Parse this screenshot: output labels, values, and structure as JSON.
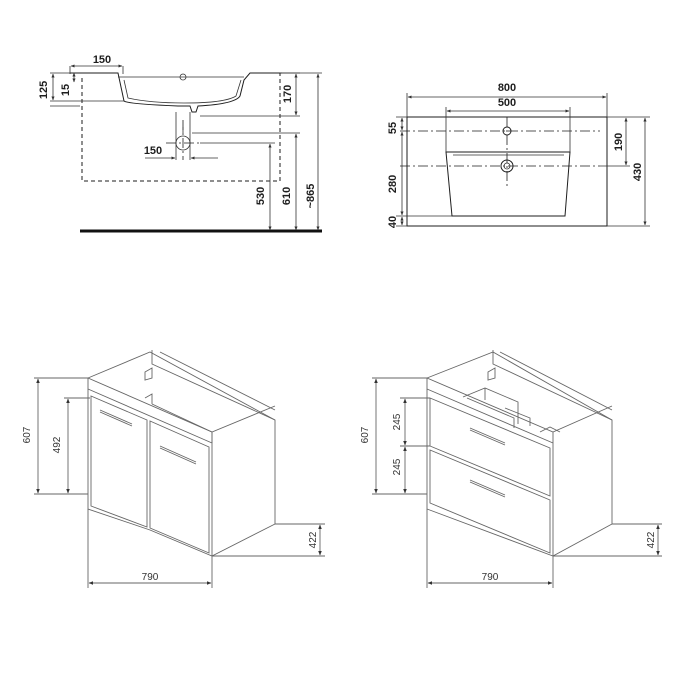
{
  "basin_side": {
    "dims": {
      "offset_150": "150",
      "rim_125": "125",
      "lip_15": "15",
      "depth_170": "170",
      "waste_150": "150",
      "h_530": "530",
      "h_610": "610",
      "h_865": "~865"
    }
  },
  "basin_top": {
    "dims": {
      "width_800": "800",
      "inner_500": "500",
      "tap_55": "55",
      "depth_190": "190",
      "bowl_280": "280",
      "front_40": "40",
      "total_430": "430"
    }
  },
  "cabinet_doors": {
    "dims": {
      "height_607": "607",
      "height_492": "492",
      "depth_422": "422",
      "width_790": "790"
    }
  },
  "cabinet_drawers": {
    "dims": {
      "height_607": "607",
      "drawer_245_top": "245",
      "drawer_245_bottom": "245",
      "depth_422": "422",
      "width_790": "790"
    }
  },
  "colors": {
    "line": "#1e1e1e",
    "background": "#ffffff"
  }
}
